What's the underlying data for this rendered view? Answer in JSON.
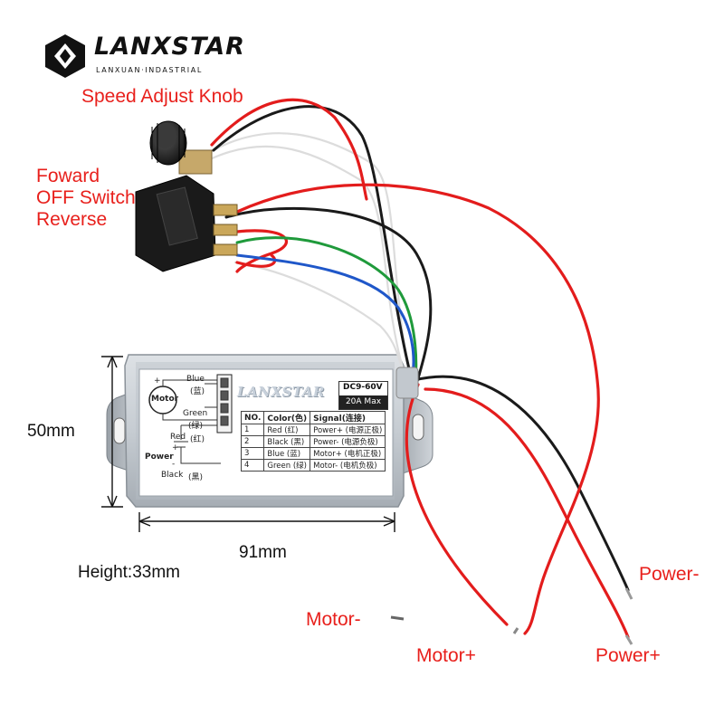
{
  "brand": {
    "logo_text": "LANXSTAR",
    "logo_subtext": "LANXUAN·INDASTRIAL",
    "box_brand": "LANXSTAR"
  },
  "labels": {
    "speed_knob": "Speed Adjust Knob",
    "switch_line1": "Foward",
    "switch_line2": "OFF Switch",
    "switch_line3": "Reverse",
    "height_dim": "50mm",
    "width_dim": "91mm",
    "depth_note": "Height:33mm",
    "power_minus": "Power-",
    "power_plus": "Power+",
    "motor_minus": "Motor-",
    "motor_plus": "Motor+"
  },
  "panel": {
    "motor_label": "Motor",
    "blue_label": "Blue",
    "blue_cn": "(蓝)",
    "green_label": "Green",
    "green_cn": "(绿)",
    "red_label": "Red",
    "red_cn": "(红)",
    "power_label": "Power",
    "black_label": "Black",
    "black_cn": "(黑)",
    "plus": "+",
    "minus": "-",
    "voltage": "DC9-60V",
    "current": "20A Max",
    "table_headers": [
      "NO.",
      "Color(色)",
      "Signal(连接)"
    ],
    "rows": [
      {
        "no": "1",
        "color": "Red (红)",
        "signal": "Power+ (电源正极)"
      },
      {
        "no": "2",
        "color": "Black (黑)",
        "signal": "Power- (电源负极)"
      },
      {
        "no": "3",
        "color": "Blue (蓝)",
        "signal": "Motor+ (电机正极)"
      },
      {
        "no": "4",
        "color": "Green (绿)",
        "signal": "Motor- (电机负极)"
      }
    ]
  },
  "colors": {
    "label_red": "#e8201c",
    "wire_red": "#e31c1c",
    "wire_black": "#1a1a1a",
    "wire_blue": "#1f57c9",
    "wire_green": "#1f9a3b",
    "wire_white": "#dcdcdc",
    "housing": "#c9ced4"
  },
  "icons": [
    "lanxstar-logo-icon",
    "dc-motor-icon",
    "battery-icon",
    "knob-icon",
    "rocker-switch-icon"
  ]
}
